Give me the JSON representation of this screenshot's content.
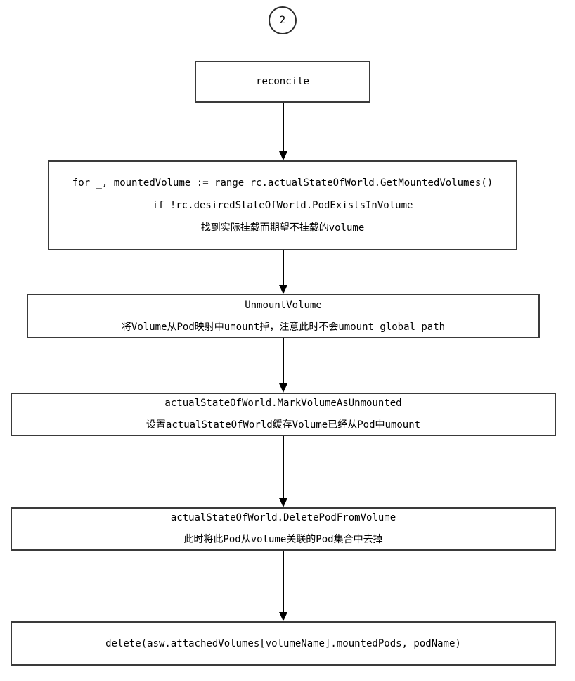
{
  "diagram": {
    "type": "flowchart",
    "page_connector_label": "2",
    "colors": {
      "background": "#ffffff",
      "border": "#3a3a3a",
      "text": "#000000",
      "arrow": "#000000"
    },
    "nodes": [
      {
        "id": "reconcile",
        "lines": [
          "reconcile"
        ]
      },
      {
        "id": "for-loop",
        "lines": [
          "for _, mountedVolume := range rc.actualStateOfWorld.GetMountedVolumes()",
          "if !rc.desiredStateOfWorld.PodExistsInVolume",
          "找到实际挂载而期望不挂载的volume"
        ]
      },
      {
        "id": "unmount-volume",
        "lines": [
          "UnmountVolume",
          "将Volume从Pod映射中umount掉，注意此时不会umount global path"
        ]
      },
      {
        "id": "mark-volume-as-unmounted",
        "lines": [
          "actualStateOfWorld.MarkVolumeAsUnmounted",
          "设置actualStateOfWorld缓存Volume已经从Pod中umount"
        ]
      },
      {
        "id": "delete-pod-from-volume",
        "lines": [
          "actualStateOfWorld.DeletePodFromVolume",
          "此时将此Pod从volume关联的Pod集合中去掉"
        ]
      },
      {
        "id": "delete-statement",
        "lines": [
          "delete(asw.attachedVolumes[volumeName].mountedPods, podName)"
        ]
      }
    ],
    "edges": [
      {
        "from": "reconcile",
        "to": "for-loop"
      },
      {
        "from": "for-loop",
        "to": "unmount-volume"
      },
      {
        "from": "unmount-volume",
        "to": "mark-volume-as-unmounted"
      },
      {
        "from": "mark-volume-as-unmounted",
        "to": "delete-pod-from-volume"
      },
      {
        "from": "delete-pod-from-volume",
        "to": "delete-statement"
      }
    ]
  }
}
